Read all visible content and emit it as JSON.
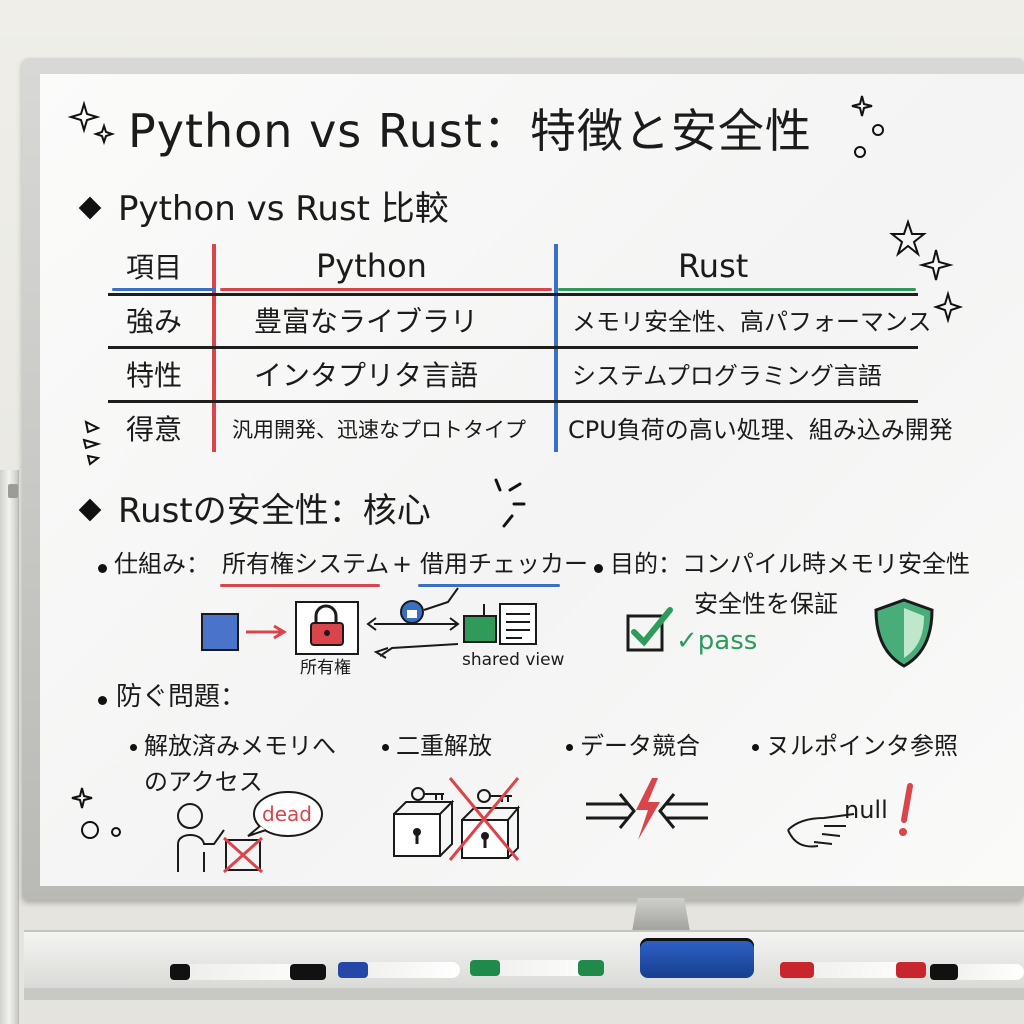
{
  "board": {
    "title": "Python vs Rust：特徴と安全性",
    "section1": {
      "heading": "Python vs Rust 比較",
      "table": {
        "columns": [
          "項目",
          "Python",
          "Rust"
        ],
        "rows": [
          [
            "強み",
            "豊富なライブラリ",
            "メモリ安全性、高パフォーマンス"
          ],
          [
            "特性",
            "インタプリタ言語",
            "システムプログラミング言語"
          ],
          [
            "得意",
            "汎用開発、迅速なプロトタイプ",
            "CPU負荷の高い処理、組み込み開発"
          ]
        ]
      }
    },
    "section2": {
      "heading": "Rustの安全性：核心",
      "mechanism": {
        "prefix": "仕組み：",
        "ownership": "所有権システム",
        "plus": "+",
        "borrow": "借用チェッカー"
      },
      "purpose": {
        "line1": "目的：コンパイル時メモリ安全性",
        "line2": "安全性を保証"
      },
      "diagram": {
        "ownership_label": "所有権",
        "shared_label": "shared view",
        "pass_label": "✓pass"
      },
      "problems": {
        "heading": "防ぐ問題：",
        "items": [
          {
            "line1": "解放済みメモリへ",
            "line2": "のアクセス",
            "doodle": "dead"
          },
          {
            "line1": "二重解放"
          },
          {
            "line1": "データ競合"
          },
          {
            "line1": "ヌルポインタ参照",
            "doodle": "null"
          }
        ]
      }
    }
  },
  "colors": {
    "red": "#d9454b",
    "blue": "#3a6fc4",
    "green": "#2f9a5a",
    "ink": "#1b1b1b"
  }
}
